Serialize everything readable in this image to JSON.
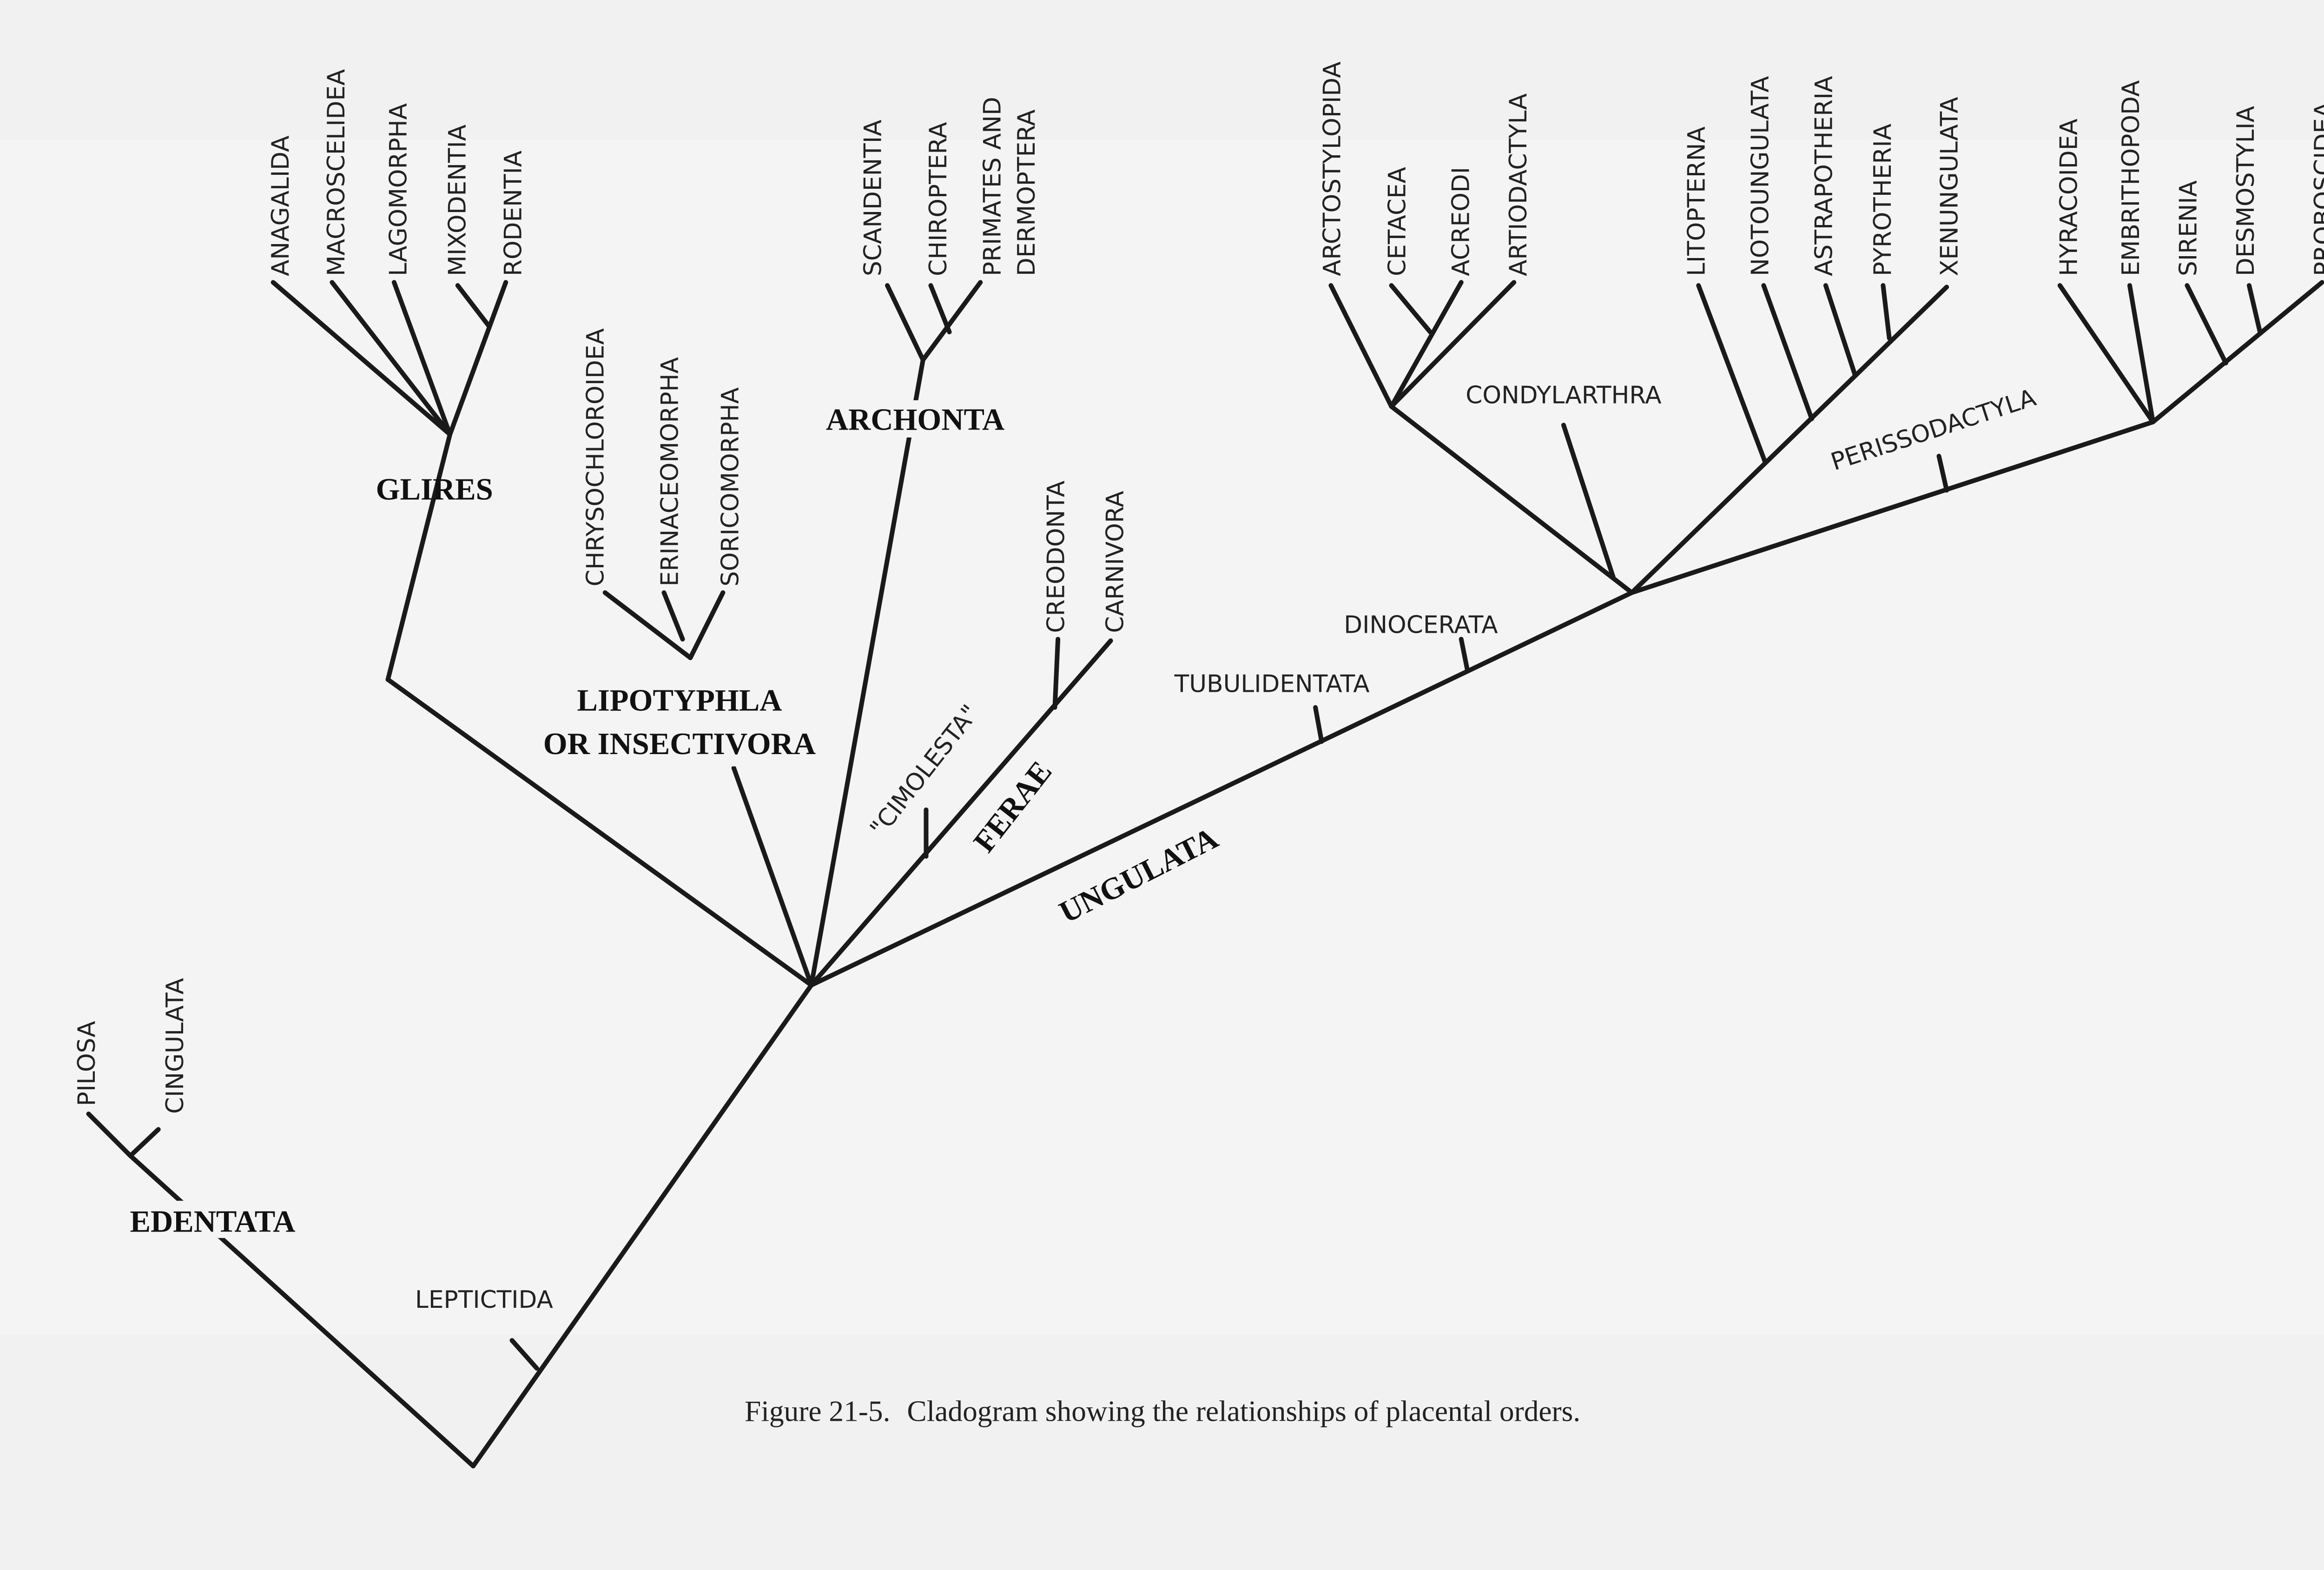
{
  "groups": {
    "glires": "GLIRES",
    "lipotyphla_1": "LIPOTYPHLA",
    "lipotyphla_2": "OR INSECTIVORA",
    "archonta": "ARCHONTA",
    "ferae": "FERAE",
    "cimolesta": "\"CIMOLESTA\"",
    "ungulata": "UNGULATA",
    "edentata": "EDENTATA",
    "leptictida": "LEPTICTIDA",
    "tubulidentata": "TUBULIDENTATA",
    "dinocerata": "DINOCERATA",
    "condylarthra": "CONDYLARTHRA",
    "perissodactyla": "PERISSODACTYLA"
  },
  "leaves": {
    "anagalida": "ANAGALIDA",
    "macroscelidea": "MACROSCELIDEA",
    "lagomorpha": "LAGOMORPHA",
    "mixodentia": "MIXODENTIA",
    "rodentia": "RODENTIA",
    "chrysochloroidea": "CHRYSOCHLOROIDEA",
    "erinaceomorpha": "ERINACEOMORPHA",
    "soricomorpha": "SORICOMORPHA",
    "scandentia": "SCANDENTIA",
    "chiroptera": "CHIROPTERA",
    "primates_1": "PRIMATES AND",
    "primates_2": "DERMOPTERA",
    "creodonta": "CREODONTA",
    "carnivora": "CARNIVORA",
    "arctostylopida": "ARCTOSTYLOPIDA",
    "cetacea": "CETACEA",
    "acreodi": "ACREODI",
    "artiodactyla": "ARTIODACTYLA",
    "litopterna": "LITOPTERNA",
    "notoungulata": "NOTOUNGULATA",
    "astrapotheria": "ASTRAPOTHERIA",
    "pyrotheria": "PYROTHERIA",
    "xenungulata": "XENUNGULATA",
    "hyracoidea": "HYRACOIDEA",
    "embrithopoda": "EMBRITHOPODA",
    "sirenia": "SIRENIA",
    "desmostylia": "DESMOSTYLIA",
    "proboscidea": "PROBOSCIDEA",
    "pilosa": "PILOSA",
    "cingulata": "CINGULATA"
  },
  "caption": {
    "label": "Figure 21-5.",
    "text": "Cladogram showing the relationships of placental orders."
  }
}
